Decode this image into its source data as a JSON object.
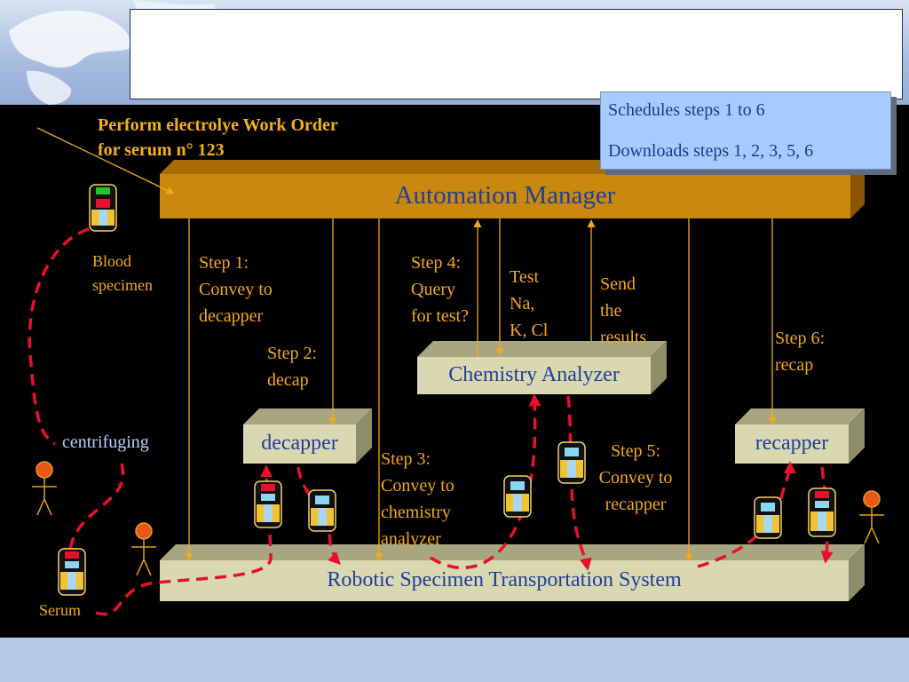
{
  "work_order": "Perform electrolye Work Order\nfor serum n° 123",
  "note": {
    "line1": "Schedules steps 1 to 6",
    "line2": "Downloads steps 1, 2, 3, 5, 6"
  },
  "boxes": {
    "automation_manager": "Automation  Manager",
    "chemistry_analyzer": "Chemistry Analyzer",
    "decapper": "decapper",
    "recapper": "recapper",
    "transport": "Robotic Specimen Transportation System"
  },
  "labels": {
    "blood_specimen": "Blood\nspecimen",
    "centrifuging": "centrifuging",
    "serum": "Serum",
    "step1": "Step 1:\nConvey to\ndecapper",
    "step2": "Step 2:\ndecap",
    "step3": "Step 3:\nConvey to\nchemistry\nanalyzer",
    "step4": "Step 4:\nQuery\nfor test?",
    "test": "Test\nNa,\nK, Cl",
    "send": "Send\nthe\nresults",
    "step5": "Step 5:\nConvey to\nrecapper",
    "step6": "Step 6:\nrecap"
  },
  "colors": {
    "box_gold": "#c9880e",
    "box_khaki": "#d9d8b0",
    "label_orange": "#f4a81c",
    "text_blue": "#1f3f9a",
    "dash_red": "#e8102a"
  }
}
